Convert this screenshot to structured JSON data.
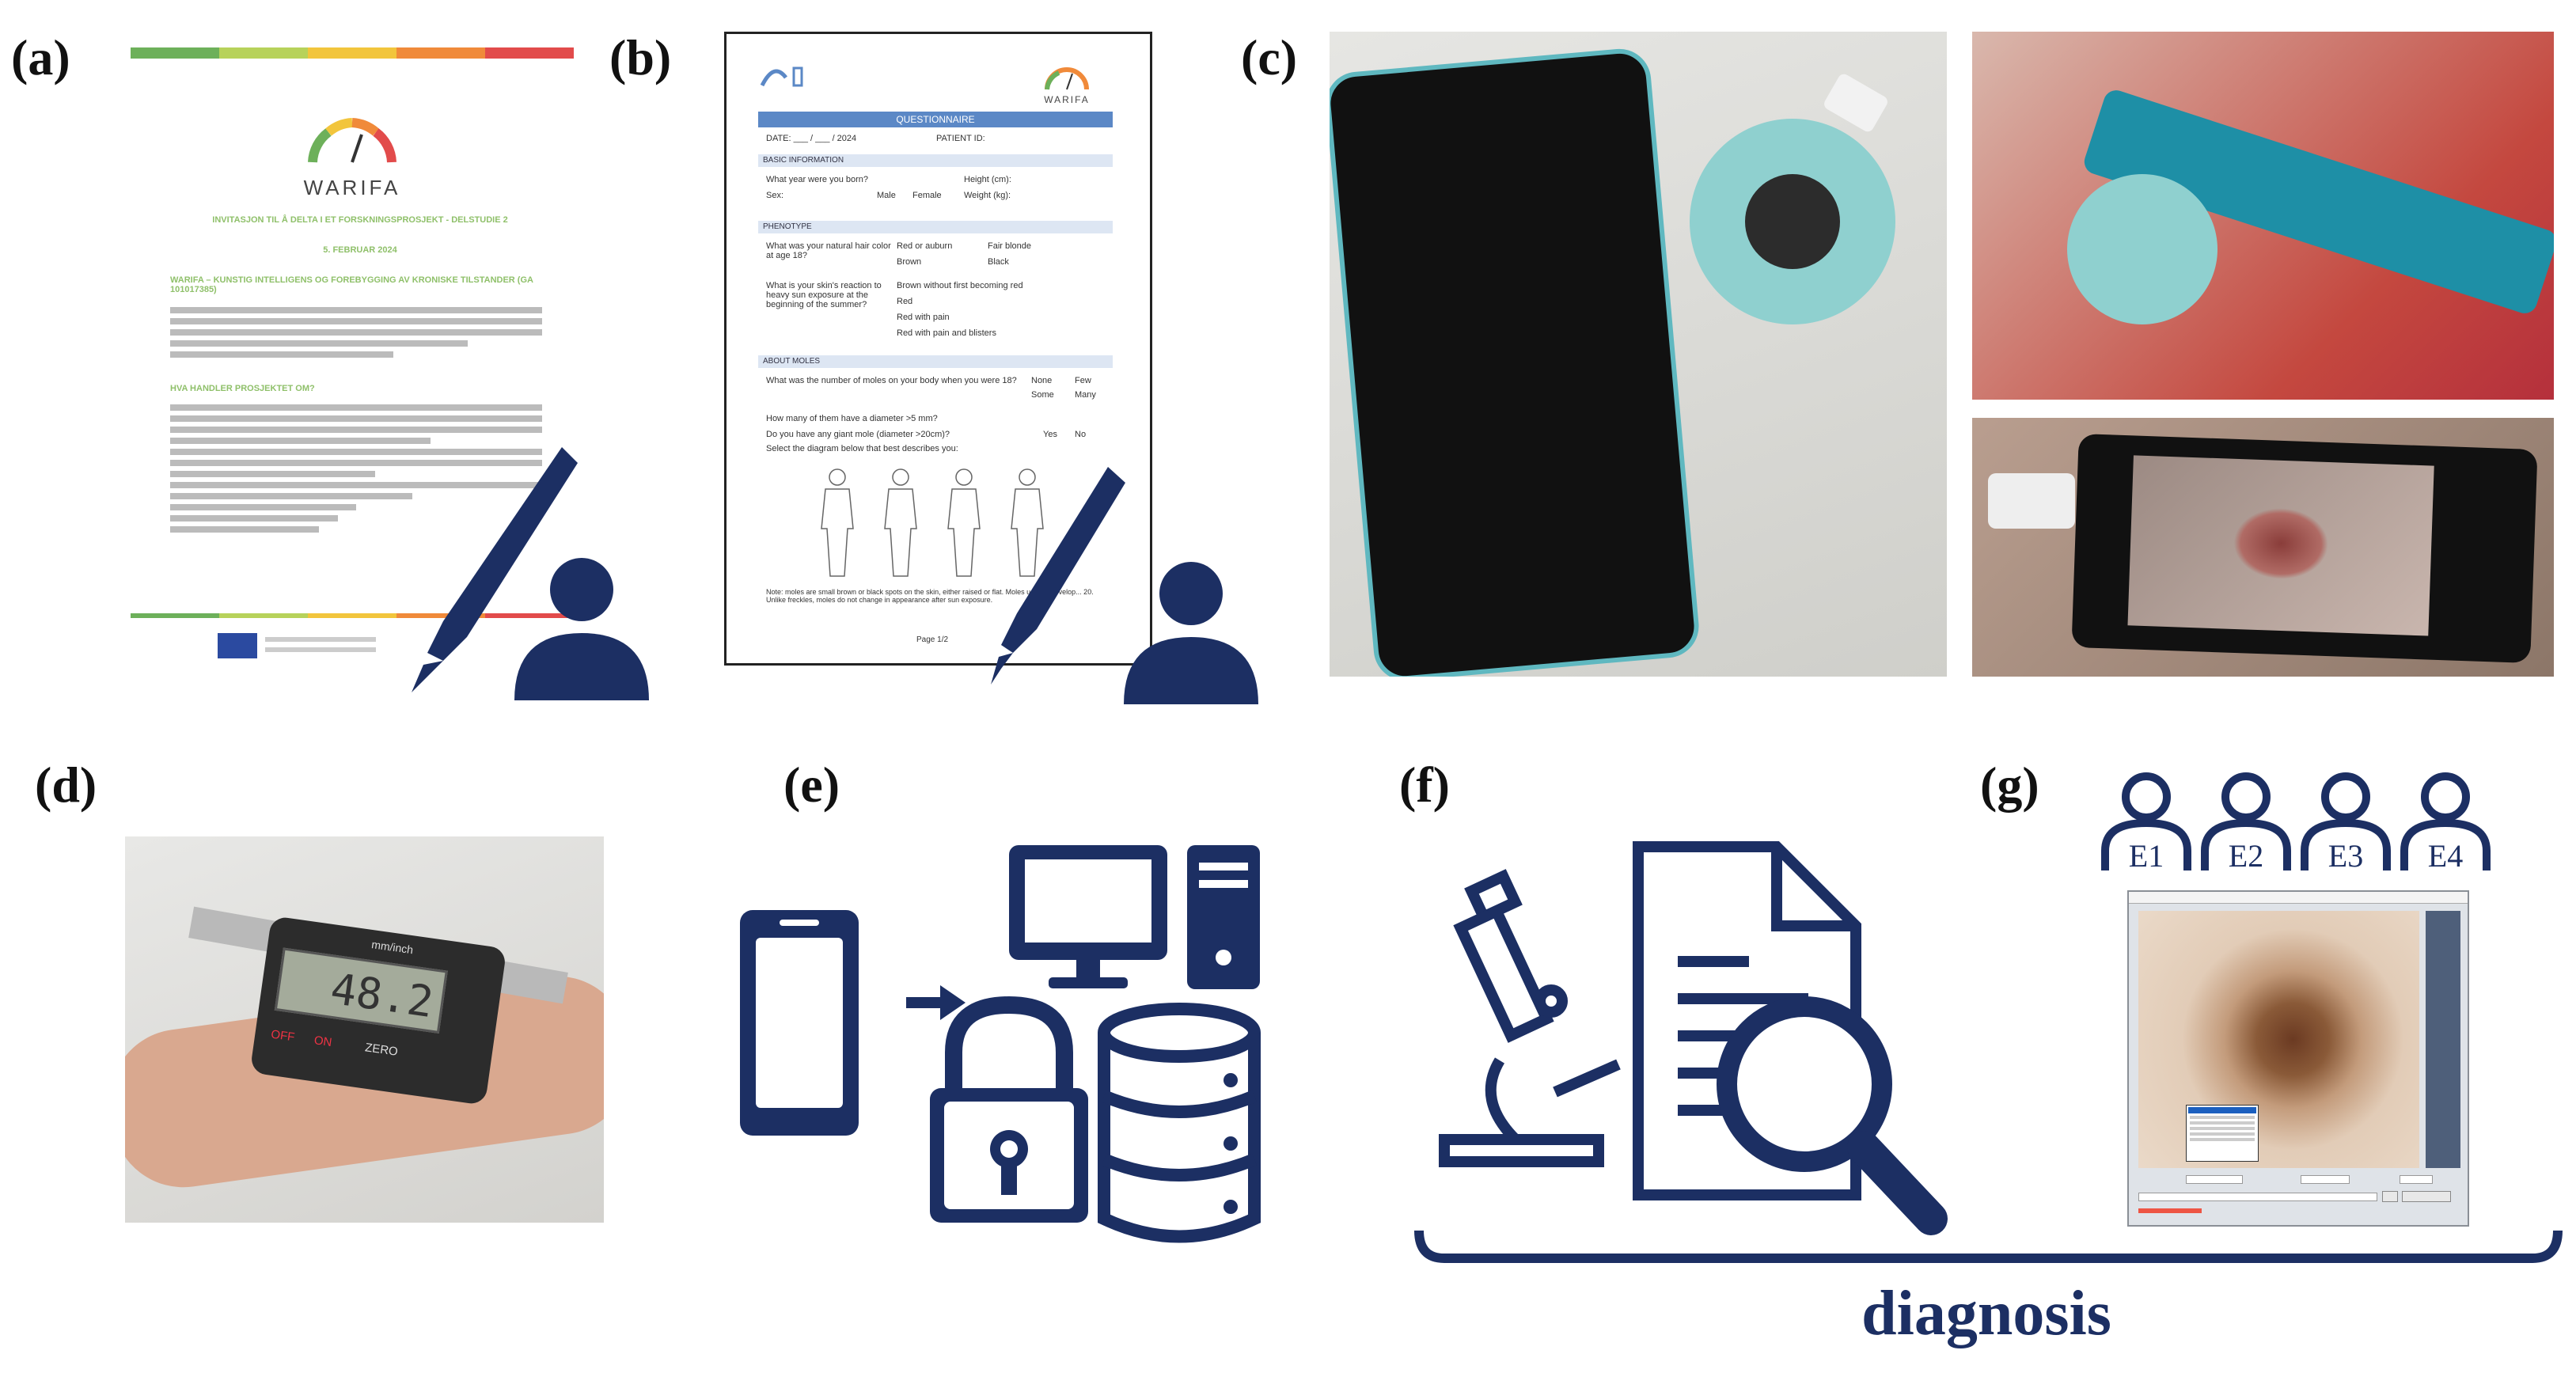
{
  "labels": {
    "a": "(a)",
    "b": "(b)",
    "c": "(c)",
    "d": "(d)",
    "e": "(e)",
    "f": "(f)",
    "g": "(g)"
  },
  "colors": {
    "navy": "#1c2f63",
    "stripe": [
      "#6db05a",
      "#b7d25a",
      "#f2c53c",
      "#f08a3a",
      "#e24b4b"
    ]
  },
  "consent": {
    "logo": "WARIFA",
    "heading": "INVITASJON TIL Å DELTA I ET FORSKNINGSPROSJEKT - DELSTUDIE 2",
    "date": "5. FEBRUAR 2024",
    "subheading": "WARIFA – KUNSTIG INTELLIGENS OG FOREBYGGING AV KRONISKE TILSTANDER (GA 101017385)",
    "section": "HVA HANDLER PROSJEKTET OM?"
  },
  "questionnaire": {
    "logo": "WARIFA",
    "title": "QUESTIONNAIRE",
    "date_row": "DATE: ___ / ___ / 2024",
    "patient_id": "PATIENT ID:",
    "basic": "BASIC INFORMATION",
    "q_born": "What year were you born?",
    "height": "Height (cm):",
    "sex": "Sex:",
    "male": "Male",
    "female": "Female",
    "weight": "Weight (kg):",
    "phenotype": "PHENOTYPE",
    "q_hair": "What was your natural hair color at age 18?",
    "hair_opts": [
      "Red or auburn",
      "Fair blonde",
      "Brown",
      "Black"
    ],
    "q_skin": "What is your skin's reaction to heavy sun exposure at the beginning of the summer?",
    "skin_opts": [
      "Brown without first becoming red",
      "Red",
      "Red with pain",
      "Red with pain and blisters"
    ],
    "moles": "ABOUT MOLES",
    "q_moles": "What was the number of moles on your body when you were 18?",
    "mole_opts": [
      "None",
      "Few",
      "Some",
      "Many"
    ],
    "q_diam": "How many of them have a diameter >5 mm?",
    "q_giant": "Do you have any giant mole (diameter >20cm)?",
    "yes": "Yes",
    "no": "No",
    "q_diagram": "Select the diagram below that best describes you:",
    "note": "Note: moles are small brown or black spots on the skin, either raised or flat. Moles usually develop... 20. Unlike freckles, moles do not change in appearance after sun exposure.",
    "page": "Page 1/2"
  },
  "caliper": {
    "brand": "mm/inch",
    "reading": "48.2",
    "off": "OFF",
    "on": "ON",
    "zero": "ZERO"
  },
  "experts": [
    "E1",
    "E2",
    "E3",
    "E4"
  ],
  "diagnosis": "diagnosis"
}
